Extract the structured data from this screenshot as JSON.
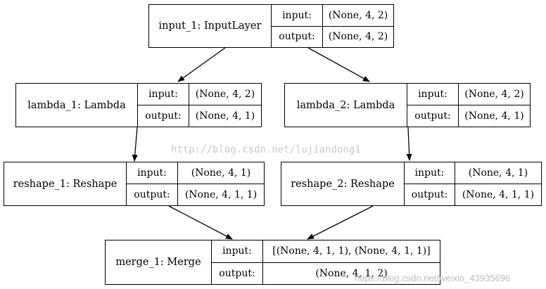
{
  "nodes": {
    "input_1": {
      "name": "input_1: InputLayer",
      "input_label": "input:",
      "input_value": "(None, 4, 2)",
      "output_label": "output:",
      "output_value": "(None, 4, 2)"
    },
    "lambda_1": {
      "name": "lambda_1: Lambda",
      "input_label": "input:",
      "input_value": "(None, 4, 2)",
      "output_label": "output:",
      "output_value": "(None, 4, 1)"
    },
    "lambda_2": {
      "name": "lambda_2: Lambda",
      "input_label": "input:",
      "input_value": "(None, 4, 2)",
      "output_label": "output:",
      "output_value": "(None, 4, 1)"
    },
    "reshape_1": {
      "name": "reshape_1: Reshape",
      "input_label": "input:",
      "input_value": "(None, 4, 1)",
      "output_label": "output:",
      "output_value": "(None, 4, 1, 1)"
    },
    "reshape_2": {
      "name": "reshape_2: Reshape",
      "input_label": "input:",
      "input_value": "(None, 4, 1)",
      "output_label": "output:",
      "output_value": "(None, 4, 1, 1)"
    },
    "merge_1": {
      "name": "merge_1: Merge",
      "input_label": "input:",
      "input_value": "[(None, 4, 1, 1), (None, 4, 1, 1)]",
      "output_label": "output:",
      "output_value": "(None, 4, 1, 2)"
    }
  },
  "edges": [
    [
      "input_1",
      "lambda_1"
    ],
    [
      "input_1",
      "lambda_2"
    ],
    [
      "lambda_1",
      "reshape_1"
    ],
    [
      "lambda_2",
      "reshape_2"
    ],
    [
      "reshape_1",
      "merge_1"
    ],
    [
      "reshape_2",
      "merge_1"
    ]
  ],
  "watermarks": {
    "center": "http://blog.csdn.net/lujiandong1",
    "bottom": "https://blog.csdn.net/weixin_43935696"
  }
}
